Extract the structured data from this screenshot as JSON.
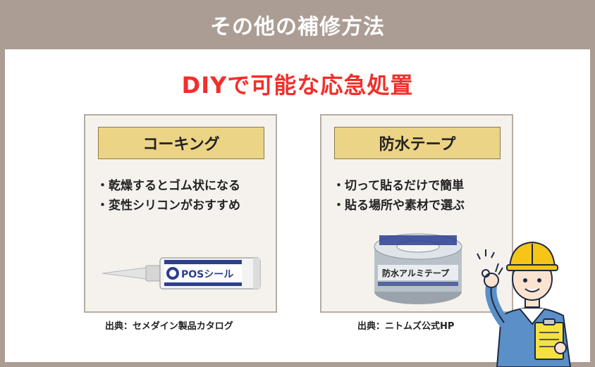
{
  "header": {
    "title": "その他の補修方法"
  },
  "main": {
    "subtitle": "DIYで可能な応急処置",
    "cards": [
      {
        "title": "コーキング",
        "bullets": [
          "乾燥するとゴム状になる",
          "変性シリコンがおすすめ"
        ],
        "source": "出典：セメダイン製品カタログ",
        "product_label": "POSシール"
      },
      {
        "title": "防水テープ",
        "bullets": [
          "切って貼るだけで簡単",
          "貼る場所や素材で選ぶ"
        ],
        "source": "出典：ニトムズ公式HP",
        "product_label": "防水アルミテープ"
      }
    ]
  },
  "colors": {
    "background": "#ac9d94",
    "accent_red": "#f0302b",
    "card_title_bg": "#ecd486",
    "worker_shirt": "#5b8fc8",
    "helmet": "#f5c518"
  },
  "icons": [
    "caulk-tube-icon",
    "tape-roll-icon",
    "worker-illustration"
  ]
}
